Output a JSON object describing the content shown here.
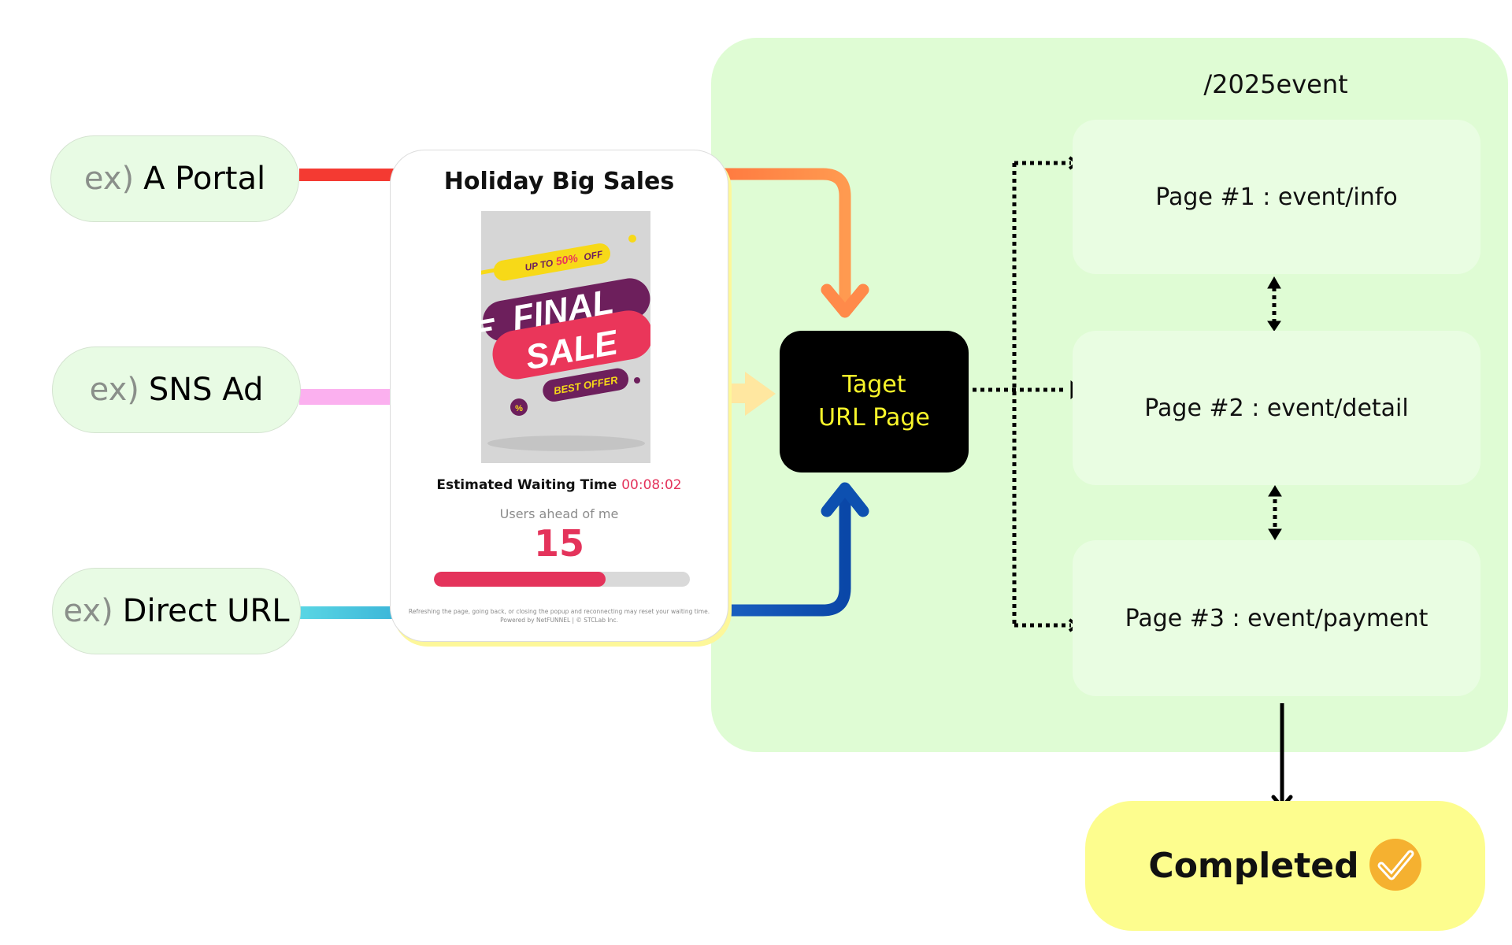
{
  "sources": [
    {
      "prefix": "ex)",
      "label": "A Portal",
      "color": "#f43a32"
    },
    {
      "prefix": "ex)",
      "label": "SNS Ad",
      "color": "#fbb0ef"
    },
    {
      "prefix": "ex)",
      "label": "Direct URL",
      "color": "#4cc9e0"
    }
  ],
  "waiting_card": {
    "title": "Holiday Big Sales",
    "poster": {
      "badge_prefix": "UP TO",
      "badge_percent": "50%",
      "badge_suffix": "OFF",
      "line1": "FINAL",
      "line2": "SALE",
      "offer": "BEST OFFER",
      "percent_symbol": "%"
    },
    "wait_label": "Estimated Waiting Time",
    "wait_time": "00:08:02",
    "ahead_label": "Users ahead of me",
    "ahead_count": "15",
    "progress_percent": 67,
    "note_line1": "Refreshing the page, going back, or closing the popup and reconnecting may reset your waiting time.",
    "note_line2": "Powered by NetFUNNEL | © STCLab Inc."
  },
  "target": {
    "line1": "Taget",
    "line2": "URL Page"
  },
  "event_group": {
    "title": "/2025event",
    "pages": [
      {
        "label": "Page #1 : event/info"
      },
      {
        "label": "Page #2 : event/detail"
      },
      {
        "label": "Page #3 : event/payment"
      }
    ]
  },
  "completed": {
    "label": "Completed",
    "icon": "check-circle-icon"
  },
  "colors": {
    "panel": "#dffcd4",
    "accent_red": "#e4335b",
    "arrow_orange": "#ff8a4a",
    "arrow_blue": "#0d50b0",
    "arrow_yellow": "#ffe7a0",
    "check_orange": "#f5b130"
  }
}
